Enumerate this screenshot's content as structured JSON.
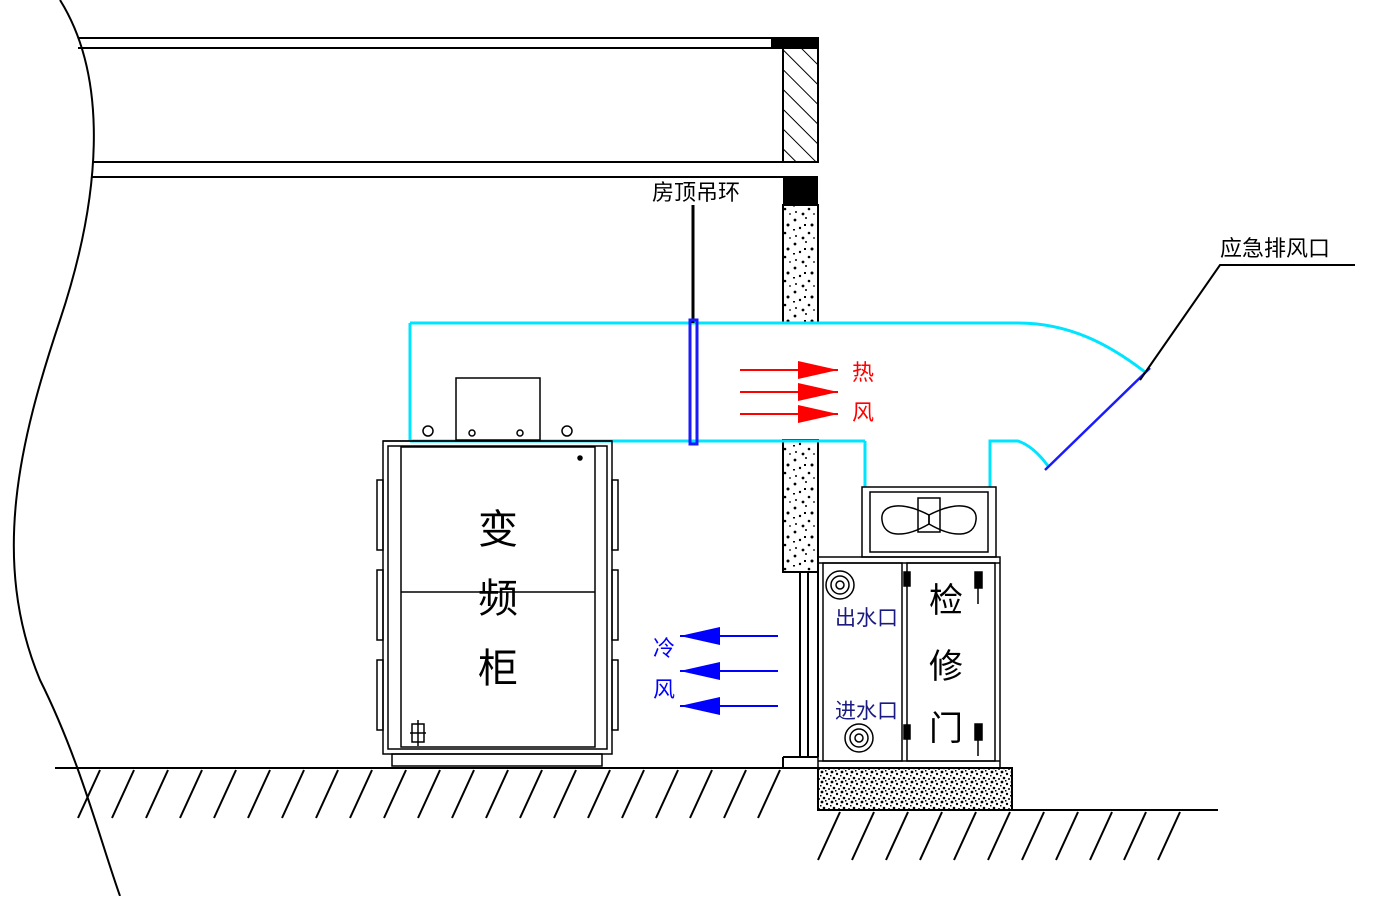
{
  "labels": {
    "roof_ring": "房顶吊环",
    "emergency_exhaust": "应急排风口",
    "inverter_cabinet": [
      "变",
      "频",
      "柜"
    ],
    "hot_air": [
      "热",
      "风"
    ],
    "cold_air": [
      "冷",
      "风"
    ],
    "water_outlet": "出水口",
    "water_inlet": "进水口",
    "service_door": [
      "检",
      "修",
      "门"
    ]
  },
  "colors": {
    "duct": "#00e5ff",
    "hot_arrow": "#ff0000",
    "cold_arrow": "#0000ff",
    "line": "#000000",
    "hanger": "#1a1aff"
  }
}
